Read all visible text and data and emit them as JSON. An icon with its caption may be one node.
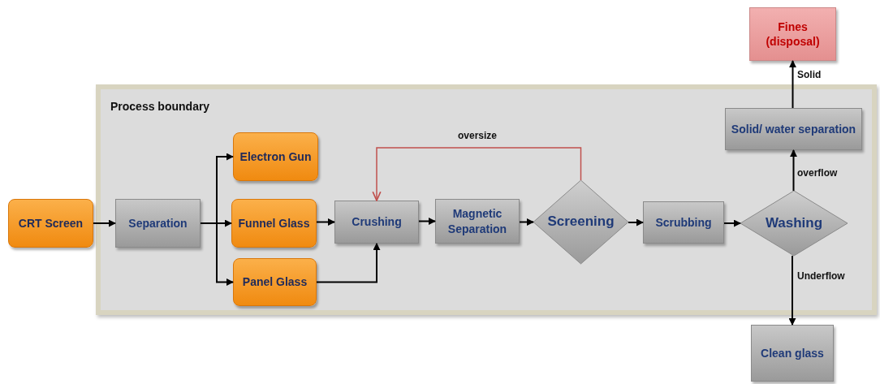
{
  "diagram": {
    "nodes": [
      {
        "text": [
          "Process boundary"
        ]
      },
      {
        "text": [
          "CRT Screen"
        ]
      },
      {
        "text": [
          "Separation"
        ],
        "in": 0
      },
      {
        "text": [
          "Electron Gun"
        ],
        "in": 0
      },
      {
        "text": [
          "Funnel Glass"
        ],
        "in": 0
      },
      {
        "text": [
          "Panel Glass"
        ],
        "in": 0
      },
      {
        "text": [
          "Crushing"
        ],
        "in": 0
      },
      {
        "text": [
          "Magnetic Separation"
        ],
        "in": 0
      },
      {
        "text": [
          "Screening"
        ],
        "in": 0
      },
      {
        "text": [
          "Scrubbing"
        ],
        "in": 0
      },
      {
        "text": [
          "Washing"
        ],
        "in": 0
      },
      {
        "text": [
          "Solid/ water separation"
        ],
        "in": 0
      },
      {
        "text": [
          "Fines (disposal)"
        ]
      },
      {
        "text": [
          "Clean glass"
        ]
      }
    ],
    "edges": [
      {
        "from": 1,
        "to": 2,
        "arrow": "to"
      },
      {
        "from": 2,
        "to": 3,
        "arrow": "to"
      },
      {
        "from": 2,
        "to": 4,
        "arrow": "to"
      },
      {
        "from": 2,
        "to": 5,
        "arrow": "to"
      },
      {
        "from": 4,
        "to": 6,
        "arrow": "to"
      },
      {
        "from": 5,
        "to": 6,
        "arrow": "to"
      },
      {
        "from": 6,
        "to": 7,
        "arrow": "to"
      },
      {
        "from": 7,
        "to": 8,
        "arrow": "to"
      },
      {
        "from": 8,
        "to": 6,
        "arrow": "to",
        "label": "oversize",
        "color": "#c0504d"
      },
      {
        "from": 8,
        "to": 9,
        "arrow": "to"
      },
      {
        "from": 9,
        "to": 10,
        "arrow": "to"
      },
      {
        "from": 10,
        "to": 11,
        "arrow": "to",
        "label": "overflow"
      },
      {
        "from": 11,
        "to": 12,
        "arrow": "to",
        "label": "Solid"
      },
      {
        "from": 10,
        "to": 13,
        "arrow": "to",
        "label": "Underflow"
      }
    ]
  }
}
